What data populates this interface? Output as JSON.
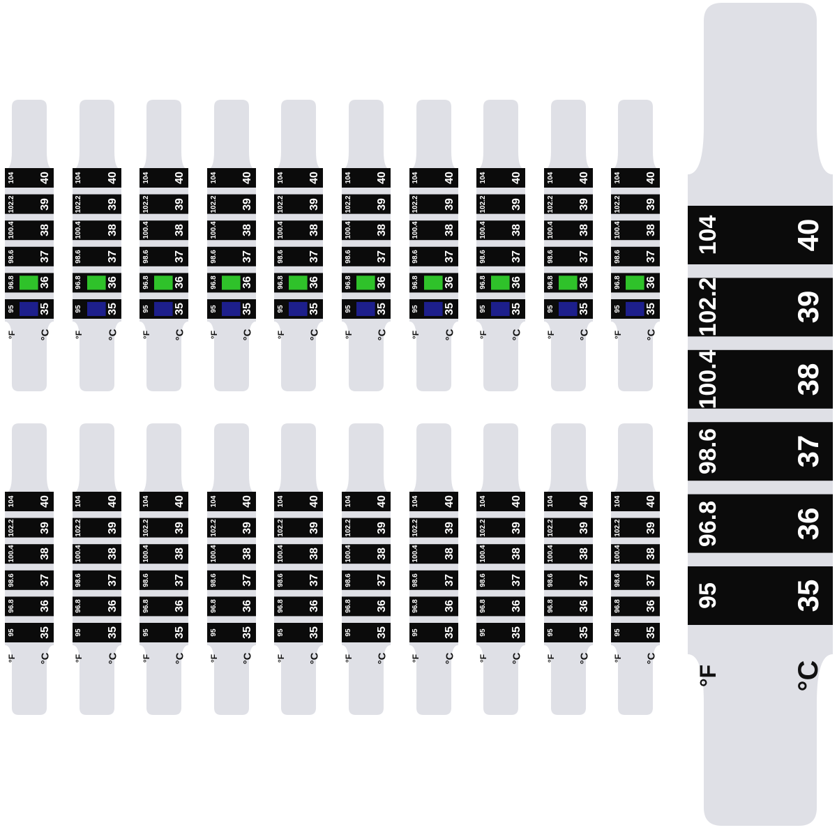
{
  "thermometer": {
    "fahrenheit_labels": [
      "104",
      "102.2",
      "100.4",
      "98.6",
      "96.8",
      "95"
    ],
    "celsius_labels": [
      "40",
      "39",
      "38",
      "37",
      "36",
      "35"
    ],
    "fahrenheit_unit": "°F",
    "celsius_unit": "°C"
  },
  "colors": {
    "strip_body": "#dfe0e6",
    "band": "#0b0b0b",
    "active_green": "#2fc22a",
    "active_blue": "#1d1f8c"
  },
  "strips": {
    "top_row_count": 10,
    "bottom_row_count": 10,
    "large_count": 1,
    "top_row_active": [
      {
        "band": "36",
        "color": "green"
      },
      {
        "band": "35",
        "color": "blue"
      }
    ]
  }
}
